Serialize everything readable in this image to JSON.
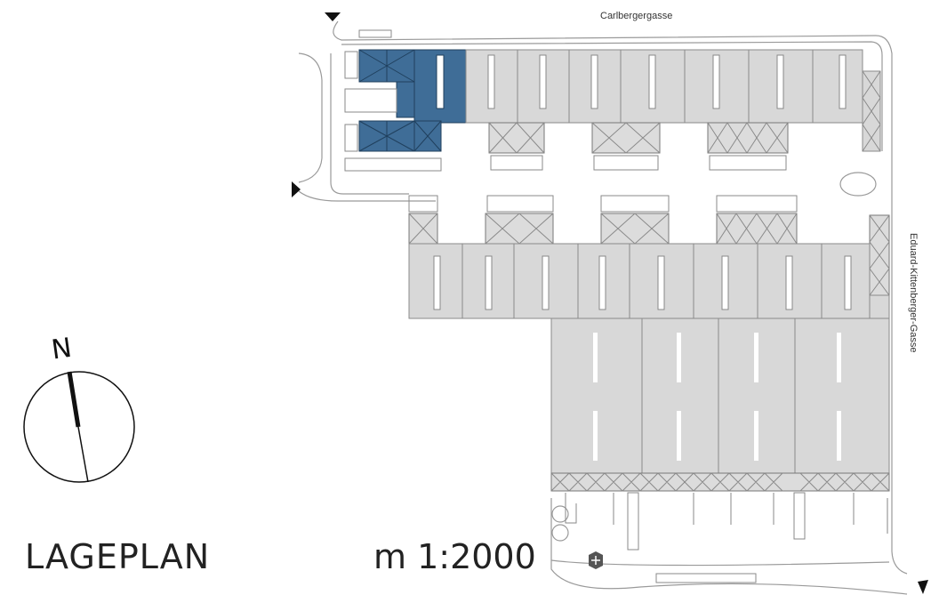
{
  "plan": {
    "title": "LAGEPLAN",
    "scale_label": "m 1:2000",
    "north_label": "N",
    "streets": {
      "north": "Carlbergergasse",
      "east": "Eduard-Kittenberger-Gasse"
    },
    "colors": {
      "highlight": "#3f6d97",
      "building": "#d8d8d8",
      "line": "#8a8a8a"
    },
    "icons": [
      "north-arrow-icon",
      "entrance-arrow-icon",
      "escalator-icon"
    ]
  }
}
